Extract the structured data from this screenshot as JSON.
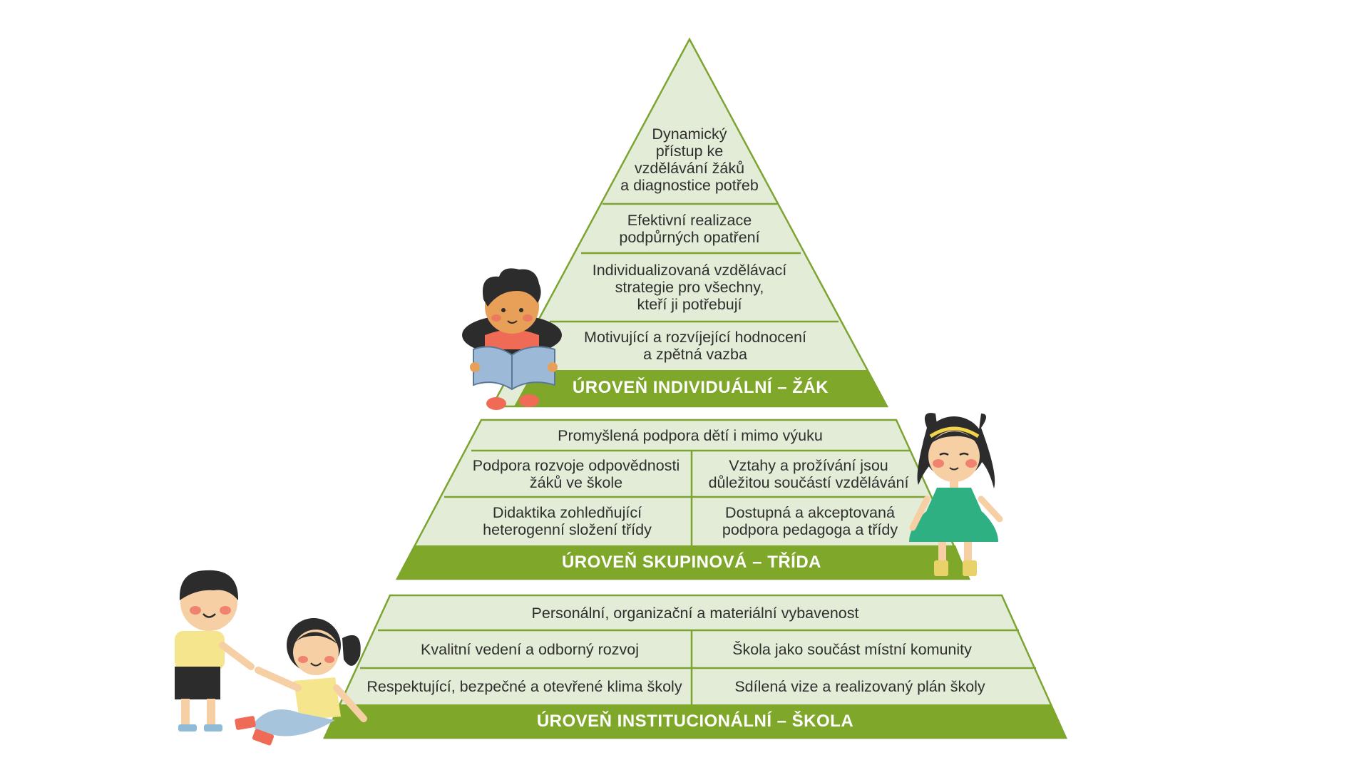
{
  "colors": {
    "cell_fill": "#e3ecd6",
    "line": "#7da432",
    "band": "#7fa82a",
    "band_text": "#ffffff"
  },
  "levels": {
    "individual": {
      "title": "ÚROVEŇ INDIVIDUÁLNÍ – ŽÁK",
      "rows": [
        "Dynamický\npřístup ke\nvzdělávání žáků\na diagnostice potřeb",
        "Efektivní realizace\npodpůrných opatření",
        "Individualizovaná vzdělávací\nstrategie pro všechny,\nkteří ji potřebují",
        "Motivující a rozvíjející hodnocení\na zpětná vazba"
      ]
    },
    "group": {
      "title": "ÚROVEŇ SKUPINOVÁ – TŘÍDA",
      "top": "Promyšlená podpora dětí i mimo výuku",
      "mid_left": "Podpora rozvoje odpovědnosti\nžáků ve škole",
      "mid_right": "Vztahy a prožívání jsou\ndůležitou součástí vzdělávání",
      "bot_left": "Didaktika zohledňující\nheterogenní složení třídy",
      "bot_right": "Dostupná a akceptovaná\npodpora pedagoga a třídy"
    },
    "institutional": {
      "title": "ÚROVEŇ INSTITUCIONÁLNÍ – ŠKOLA",
      "top": "Personální, organizační a materiální vybavenost",
      "mid_left": "Kvalitní vedení a odborný rozvoj",
      "mid_right": "Škola jako součást místní komunity",
      "bot_left": "Respektující, bezpečné a otevřené klima školy",
      "bot_right": "Sdílená vize a realizovaný plán školy"
    }
  }
}
